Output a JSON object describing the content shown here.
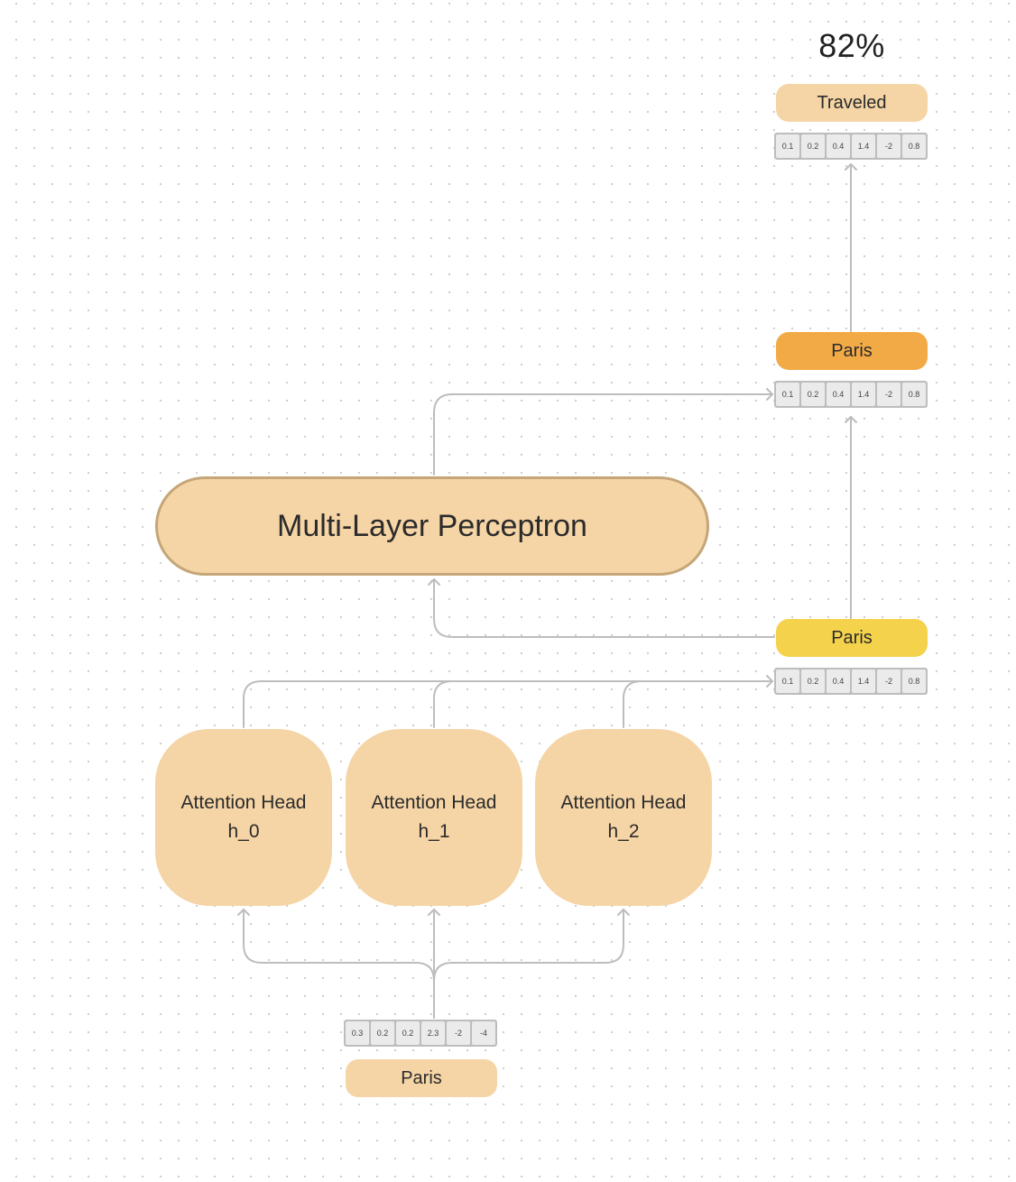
{
  "output": {
    "percent": "82%",
    "token": "Traveled",
    "vector": [
      "0.1",
      "0.2",
      "0.4",
      "1.4",
      "-2",
      "0.8"
    ]
  },
  "mlp_output": {
    "token": "Paris",
    "vector": [
      "0.1",
      "0.2",
      "0.4",
      "1.4",
      "-2",
      "0.8"
    ]
  },
  "mlp": {
    "label": "Multi-Layer Perceptron"
  },
  "attention_output": {
    "token": "Paris",
    "vector": [
      "0.1",
      "0.2",
      "0.4",
      "1.4",
      "-2",
      "0.8"
    ]
  },
  "heads": [
    {
      "title": "Attention Head",
      "id": "h_0"
    },
    {
      "title": "Attention Head",
      "id": "h_1"
    },
    {
      "title": "Attention Head",
      "id": "h_2"
    }
  ],
  "input": {
    "vector": [
      "0.3",
      "0.2",
      "0.2",
      "2.3",
      "-2",
      "-4"
    ],
    "token": "Paris"
  },
  "colors": {
    "token_light": "#f5d4a5",
    "token_orange": "#f2aa47",
    "token_yellow": "#f4d24c",
    "wire": "#bdbdbd",
    "mlp_border": "#c4a678"
  }
}
